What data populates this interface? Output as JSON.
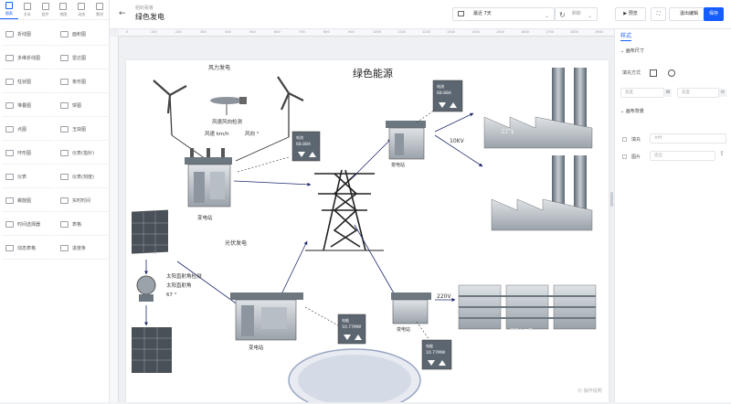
{
  "sidebar": {
    "tabs": [
      "图表",
      "文本",
      "组件",
      "地图",
      "动态",
      "素材"
    ],
    "components": [
      [
        "折线图",
        "面积图"
      ],
      [
        "多维折线图",
        "雷达图"
      ],
      [
        "柱状图",
        "条形图"
      ],
      [
        "堆叠图",
        "饼图"
      ],
      [
        "点图",
        "玉玦图"
      ],
      [
        "环形图",
        "仪表(指针)"
      ],
      [
        "仪表",
        "仪表(刻度)"
      ],
      [
        "螺旋图",
        "实时时间"
      ],
      [
        "时间选择器",
        "表格"
      ],
      [
        "动态表格",
        "进度条"
      ]
    ]
  },
  "topbar": {
    "breadcrumb": "组织看板",
    "title": "绿色发电",
    "date_range": "最近 7天",
    "refresh": "刷新",
    "preview": "预览",
    "exit_edit": "退出编辑",
    "save": "保存"
  },
  "ruler": [
    "0",
    "100",
    "200",
    "300",
    "400",
    "500",
    "600",
    "700",
    "800",
    "900",
    "1000",
    "1100",
    "1200",
    "1300",
    "1400",
    "1500",
    "1600",
    "1700",
    "1800",
    "1900"
  ],
  "canvas": {
    "title": "绿色能源",
    "wind_label": "风力发电",
    "wind_check": "风速风向检测",
    "wind_speed": "风速 km/h",
    "wind_dir": "风向 °",
    "pv_label": "光伏发电",
    "solar_check": "太阳直射角检测",
    "solar_angle": "太阳直射角",
    "solar_value": "67 °",
    "substation1": "变电站",
    "substation2": "变电站",
    "substation3": "变电站",
    "substation4": "变电站",
    "kv10": "10KV",
    "v220": "220V",
    "factory1": "工厂1",
    "residential": "居民住宅区",
    "meter1_label": "电流",
    "meter1_value": "68.88A",
    "meter2_label": "电流",
    "meter2_value": "68.88A",
    "meter3_label": "电能",
    "meter3_value": "10.77MW",
    "meter4_label": "电能",
    "meter4_value": "10.77MW"
  },
  "right_panel": {
    "tab": "样式",
    "section1": "画布尺寸",
    "fill_mode": "填充方式",
    "width_ph": "宽度",
    "width_unit": "W",
    "height_ph": "高度",
    "height_unit": "H",
    "section2": "画布背景",
    "fill_label": "填充",
    "fill_value": "#fff",
    "image_label": "图片",
    "image_value": "适应"
  },
  "shortcuts": "操作说明"
}
